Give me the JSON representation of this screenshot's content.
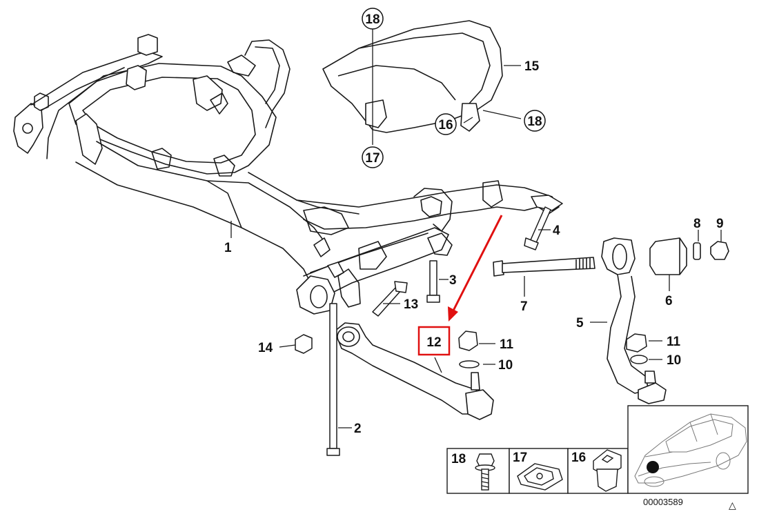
{
  "callouts": {
    "c1": "1",
    "c2": "2",
    "c3": "3",
    "c4": "4",
    "c5": "5",
    "c6": "6",
    "c7": "7",
    "c8": "8",
    "c9": "9",
    "c10a": "10",
    "c10b": "10",
    "c11a": "11",
    "c11b": "11",
    "c12": "12",
    "c13": "13",
    "c14": "14",
    "c15": "15",
    "c16": "16",
    "c17": "17",
    "c18a": "18",
    "c18b": "18"
  },
  "legend": {
    "item18": "18",
    "item17": "17",
    "item16": "16"
  },
  "footer": {
    "diagram_number": "00003589",
    "corner_mark": "△"
  },
  "colors": {
    "line": "#1a1a1a",
    "highlight": "#e01010",
    "background": "#ffffff"
  }
}
